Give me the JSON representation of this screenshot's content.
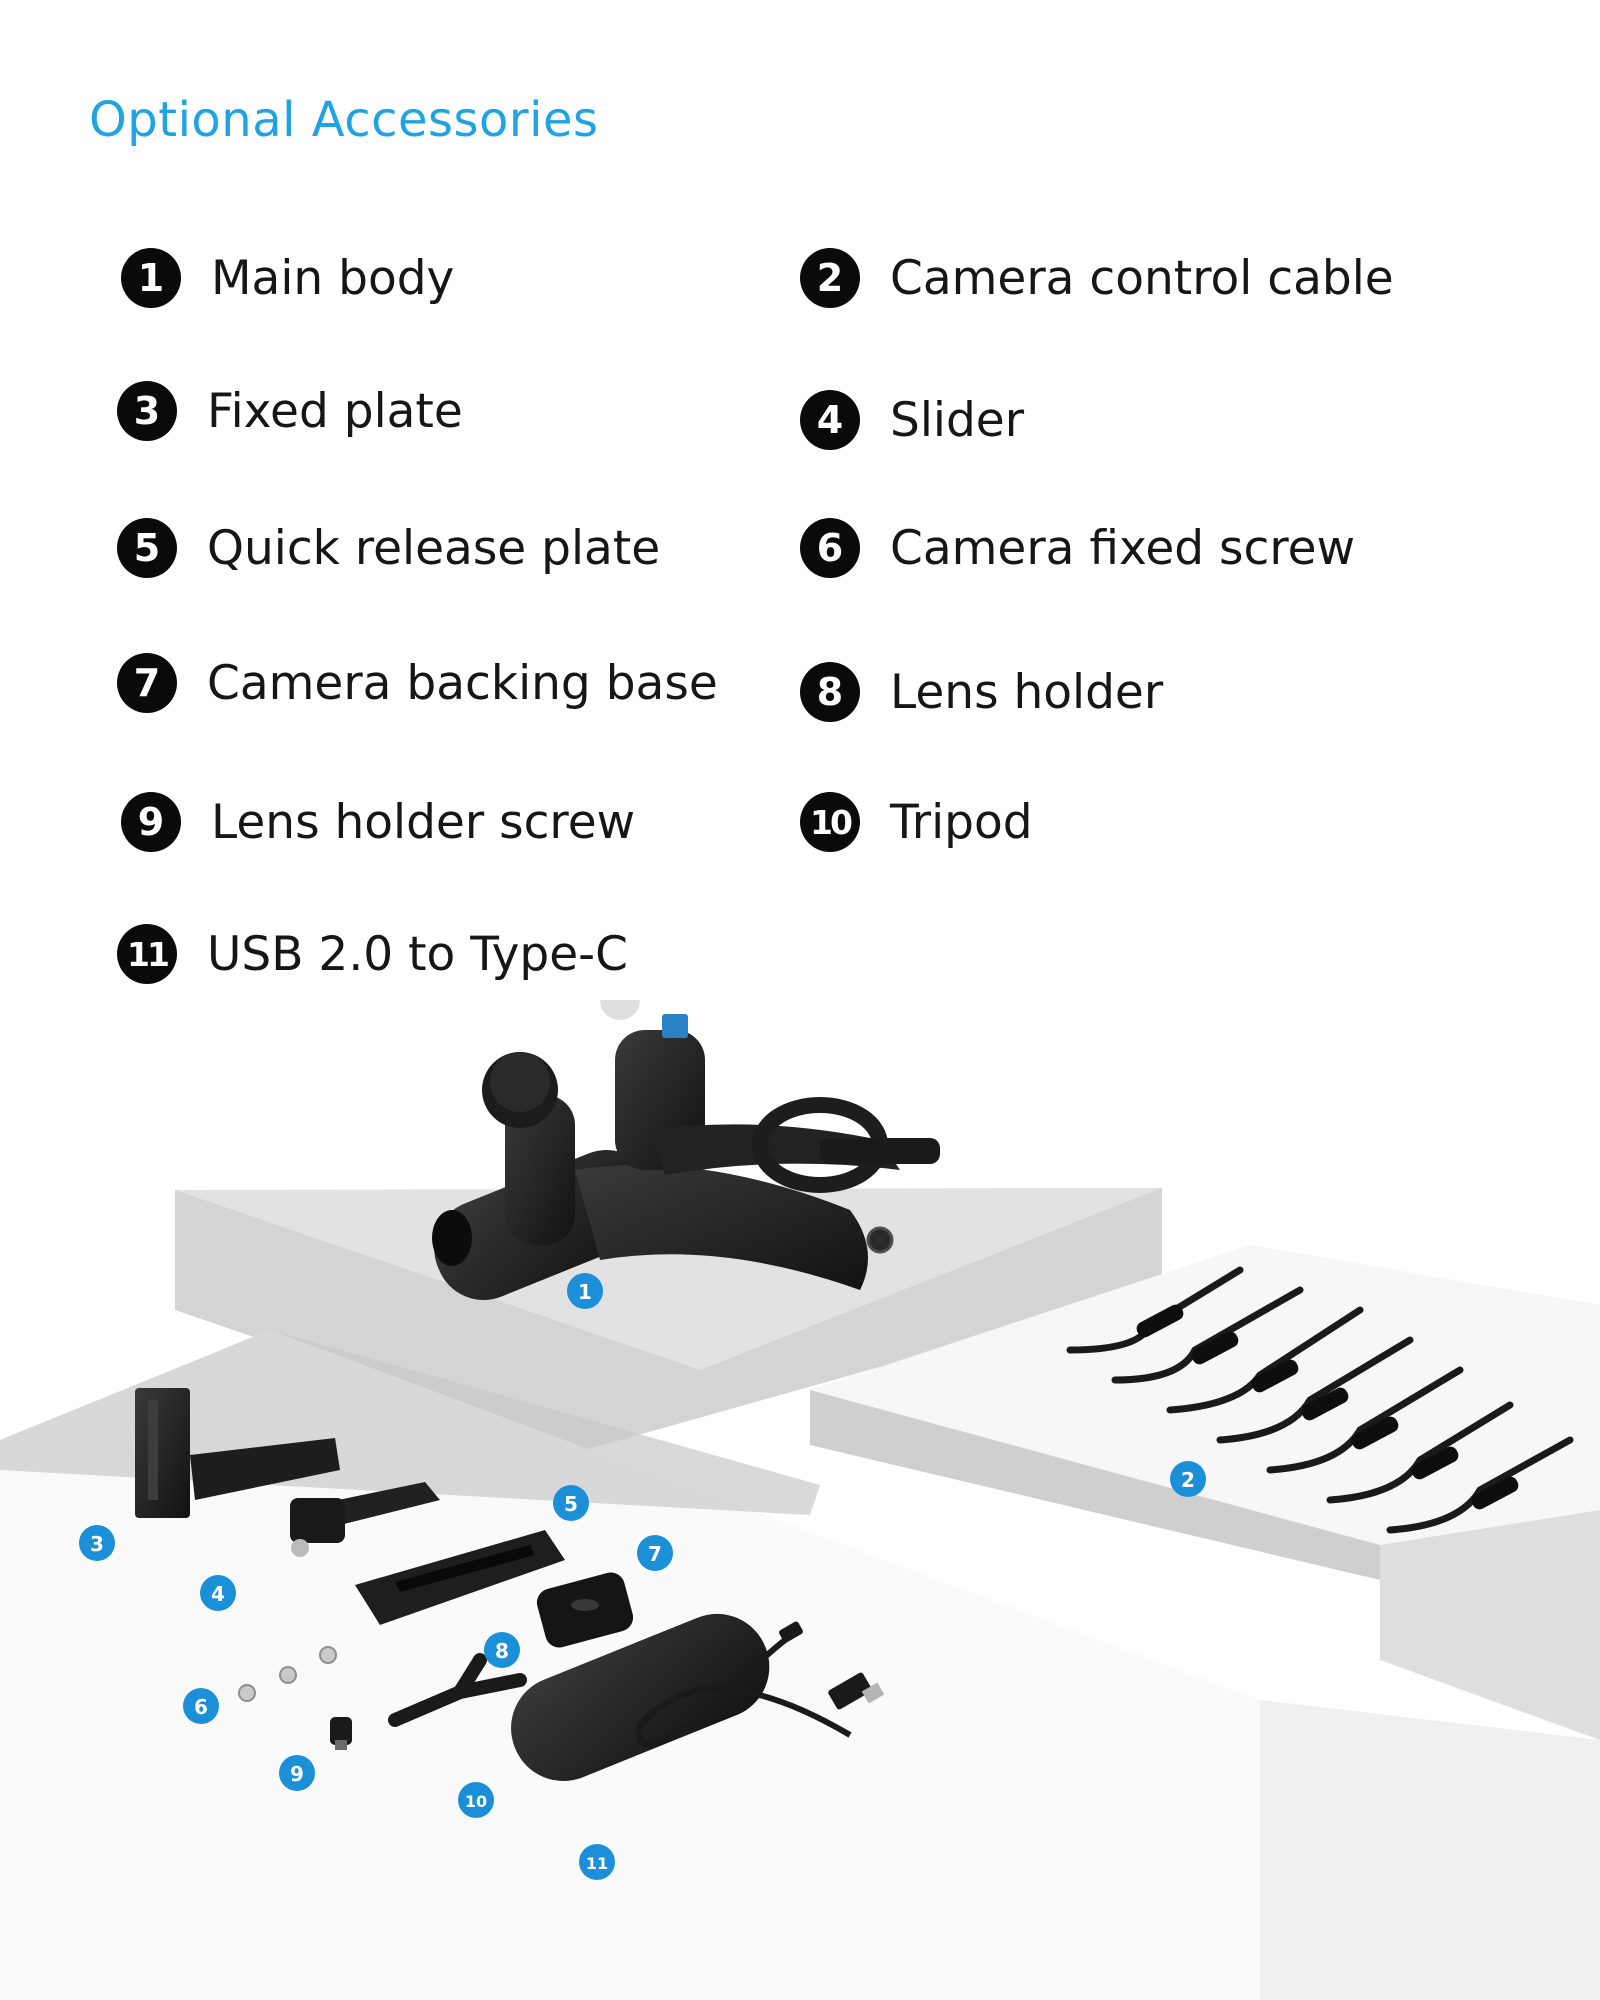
{
  "title": "Optional Accessories",
  "items": [
    {
      "num": "1",
      "label": "Main body"
    },
    {
      "num": "2",
      "label": "Camera control cable"
    },
    {
      "num": "3",
      "label": "Fixed plate"
    },
    {
      "num": "4",
      "label": "Slider"
    },
    {
      "num": "5",
      "label": "Quick release plate"
    },
    {
      "num": "6",
      "label": "Camera fixed screw"
    },
    {
      "num": "7",
      "label": "Camera backing base"
    },
    {
      "num": "8",
      "label": "Lens holder"
    },
    {
      "num": "9",
      "label": "Lens holder screw"
    },
    {
      "num": "10",
      "label": "Tripod"
    },
    {
      "num": "11",
      "label": "USB 2.0 to Type-C"
    }
  ],
  "colors": {
    "title": "#1fa3e3",
    "callout": "#1b8fd8",
    "number_badge": "#0a0a0a"
  }
}
